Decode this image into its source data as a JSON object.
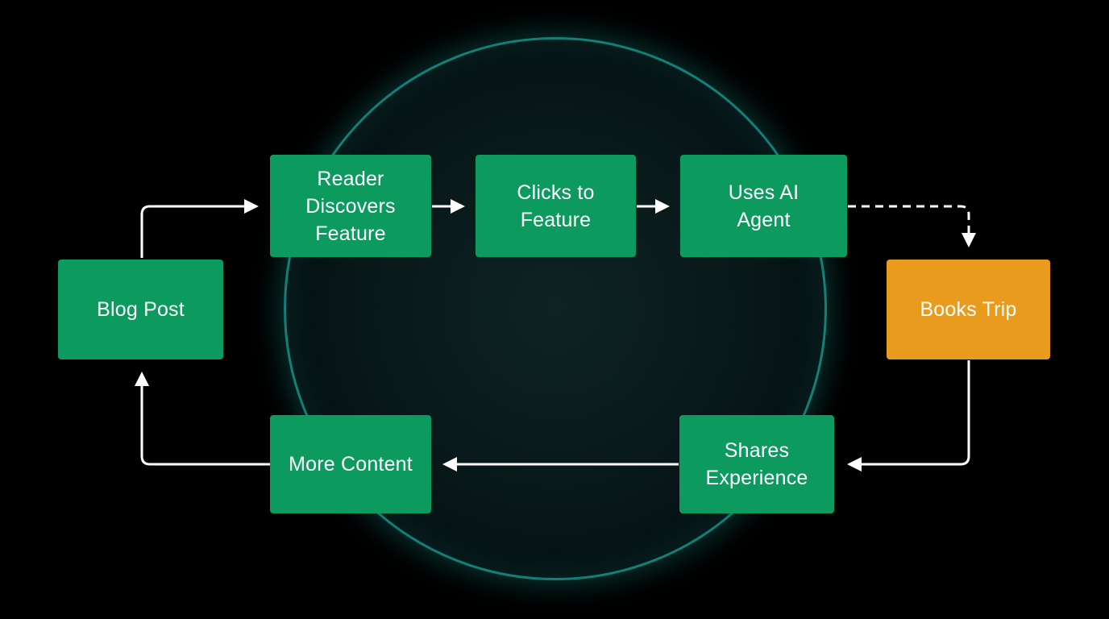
{
  "diagram": {
    "colors": {
      "background": "#000000",
      "step": "#0d9a5e",
      "highlight": "#e99b1d",
      "ring": "#127f78",
      "connector": "#ffffff"
    },
    "nodes": {
      "blog_post": "Blog Post",
      "reader_discovers": "Reader\nDiscovers\nFeature",
      "clicks_to_feature": "Clicks to\nFeature",
      "uses_ai_agent": "Uses AI\nAgent",
      "books_trip": "Books Trip",
      "shares_experience": "Shares\nExperience",
      "more_content": "More Content"
    },
    "connections": [
      {
        "from": "blog_post",
        "to": "reader_discovers",
        "style": "solid"
      },
      {
        "from": "reader_discovers",
        "to": "clicks_to_feature",
        "style": "solid"
      },
      {
        "from": "clicks_to_feature",
        "to": "uses_ai_agent",
        "style": "solid"
      },
      {
        "from": "uses_ai_agent",
        "to": "books_trip",
        "style": "dashed"
      },
      {
        "from": "books_trip",
        "to": "shares_experience",
        "style": "solid"
      },
      {
        "from": "shares_experience",
        "to": "more_content",
        "style": "solid"
      },
      {
        "from": "more_content",
        "to": "blog_post",
        "style": "solid"
      }
    ]
  }
}
